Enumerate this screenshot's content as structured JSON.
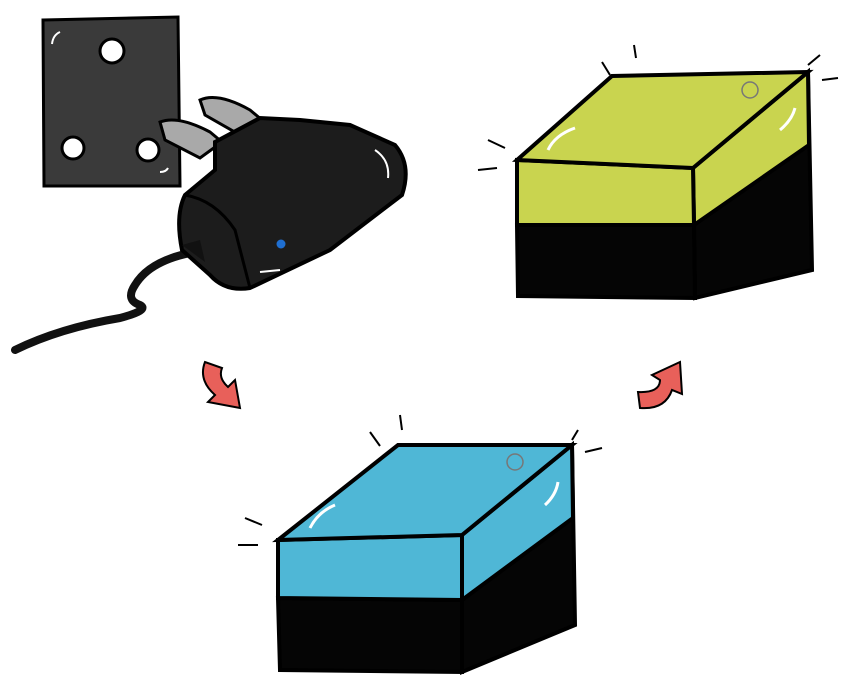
{
  "illustration": {
    "subjects": [
      "wall-socket",
      "charger",
      "power-bank-yellow",
      "power-bank-blue",
      "arrow-down",
      "arrow-up"
    ]
  },
  "colors": {
    "background": "#ffffff",
    "socket": "#3a3a3a",
    "charger": "#1c1c1c",
    "prong": "#a9a9a9",
    "led": "#1f6fd1",
    "yellow_top": "#c9d44f",
    "blue_top": "#4fb7d6",
    "base": "#050505",
    "arrow": "#e8605a",
    "outline": "#000000"
  }
}
